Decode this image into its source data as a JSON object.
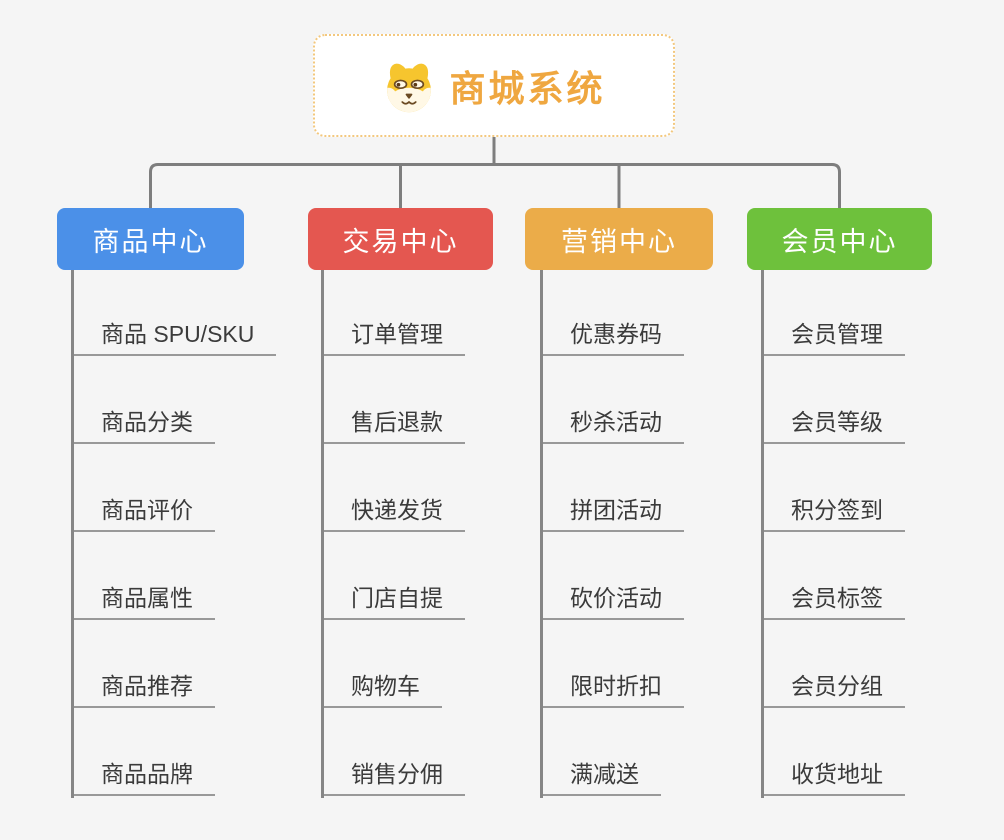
{
  "diagram": {
    "background_color": "#F5F5F5",
    "connector_color": "#7E7E7E",
    "root": {
      "title": "商城系统",
      "icon": "shiba-dog-icon",
      "text_color": "#EFA740",
      "border_color": "#F3C87E"
    },
    "branches": [
      {
        "id": "product-center",
        "label": "商品中心",
        "color": "#4B90E8",
        "items": [
          "商品 SPU/SKU",
          "商品分类",
          "商品评价",
          "商品属性",
          "商品推荐",
          "商品品牌"
        ]
      },
      {
        "id": "trade-center",
        "label": "交易中心",
        "color": "#E45750",
        "items": [
          "订单管理",
          "售后退款",
          "快递发货",
          "门店自提",
          "购物车",
          "销售分佣"
        ]
      },
      {
        "id": "marketing-center",
        "label": "营销中心",
        "color": "#EBAC49",
        "items": [
          "优惠券码",
          "秒杀活动",
          "拼团活动",
          "砍价活动",
          "限时折扣",
          "满减送"
        ]
      },
      {
        "id": "member-center",
        "label": "会员中心",
        "color": "#6EC13C",
        "items": [
          "会员管理",
          "会员等级",
          "积分签到",
          "会员标签",
          "会员分组",
          "收货地址"
        ]
      }
    ]
  }
}
